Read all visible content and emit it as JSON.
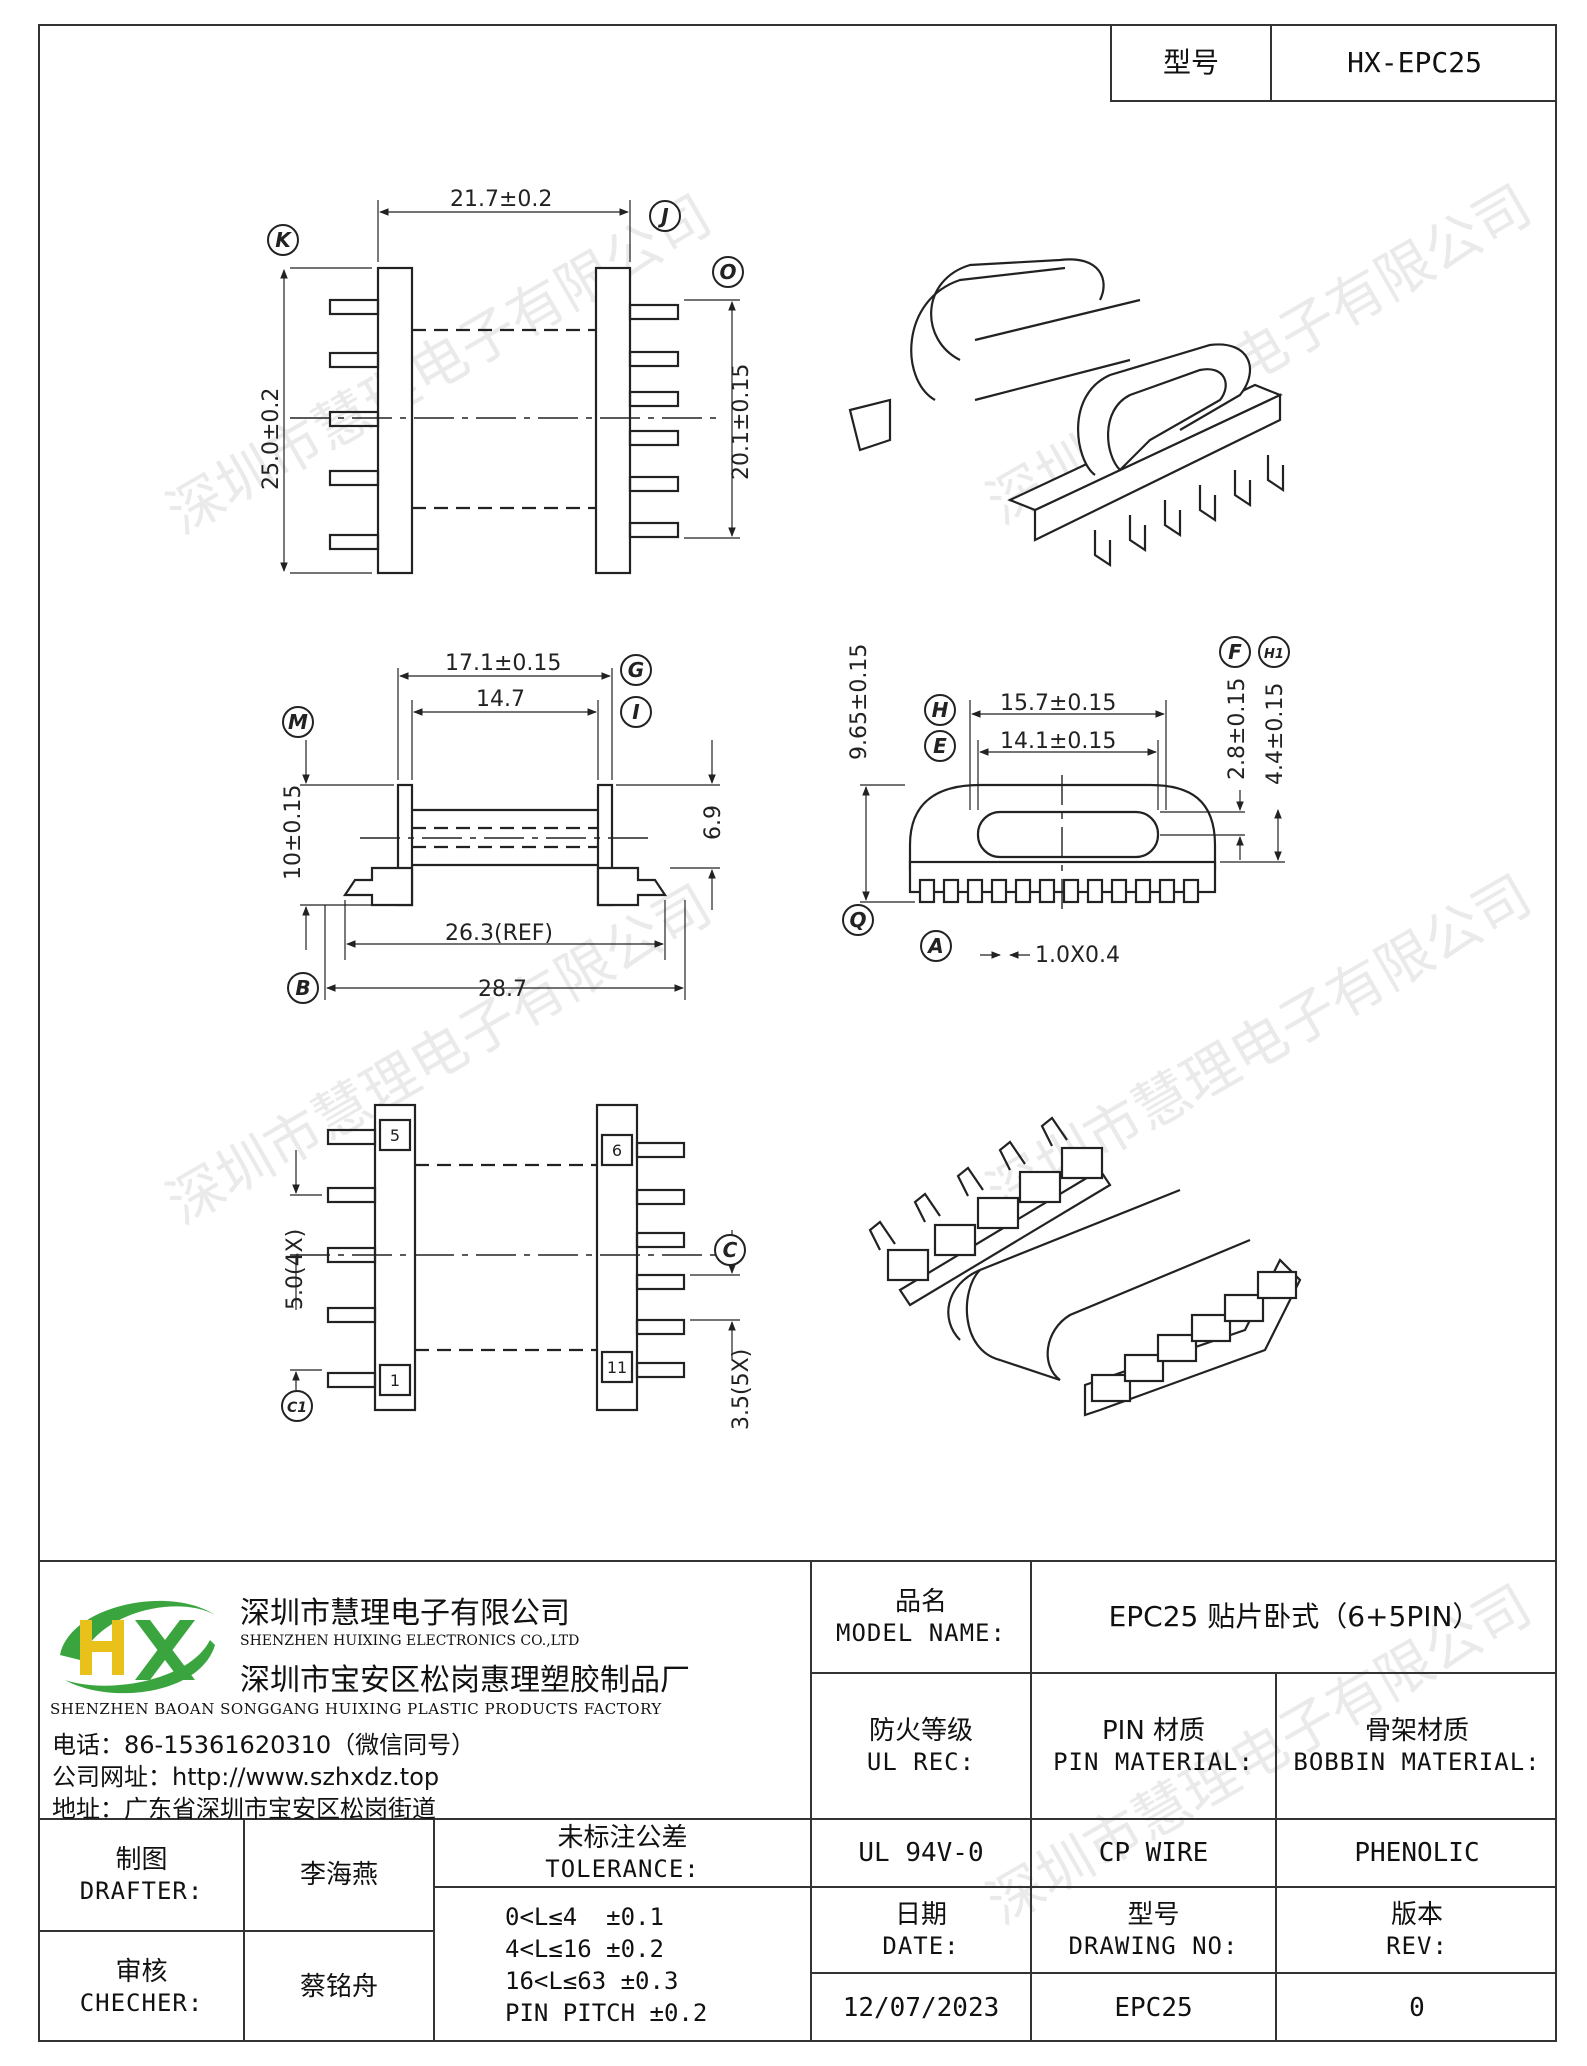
{
  "header": {
    "model_label": "型号",
    "model_value": "HX-EPC25"
  },
  "watermark": "深圳市慧理电子有限公司",
  "drawing": {
    "dims": {
      "d1": "21.7±0.2",
      "d2": "25.0±0.2",
      "d3": "20.1±0.15",
      "d4": "17.1±0.15",
      "d5": "14.7",
      "d6": "10±0.15",
      "d7": "6.9",
      "d8": "26.3(REF)",
      "d9": "28.7",
      "d10": "9.65±0.15",
      "d11": "15.7±0.15",
      "d12": "14.1±0.15",
      "d13": "2.8±0.15",
      "d14": "4.4±0.15",
      "d15": "1.0X0.4",
      "d16": "5.0(4X)",
      "d17": "3.5(5X)"
    },
    "markers": [
      "K",
      "J",
      "O",
      "M",
      "G",
      "I",
      "B",
      "H",
      "E",
      "F",
      "H1",
      "Q",
      "A",
      "C",
      "C1"
    ],
    "pins": [
      "5",
      "6",
      "1",
      "11"
    ]
  },
  "company": {
    "name_cn": "深圳市慧理电子有限公司",
    "name_en": "SHENZHEN HUIXING ELECTRONICS CO.,LTD",
    "factory_cn": "深圳市宝安区松岗惠理塑胶制品厂",
    "factory_en": "SHENZHEN BAOAN SONGGANG HUIXING PLASTIC PRODUCTS FACTORY",
    "phone": "电话：86-15361620310（微信同号）",
    "website": "公司网址：http://www.szhxdz.top",
    "address": "地址：广东省深圳市宝安区松岗街道",
    "logo_text": "HX"
  },
  "title_block": {
    "model_name_cn": "品名",
    "model_name_en": "MODEL NAME:",
    "model_name_value": "EPC25 贴片卧式（6+5PIN）",
    "ul_cn": "防火等级",
    "ul_en": "UL REC:",
    "pin_cn": "PIN 材质",
    "pin_en": "PIN MATERIAL:",
    "bobbin_cn": "骨架材质",
    "bobbin_en": "BOBBIN MATERIAL:",
    "ul_value": "UL 94V-0",
    "pin_value": "CP WIRE",
    "bobbin_value": "PHENOLIC",
    "drafter_cn": "制图",
    "drafter_en": "DRAFTER:",
    "drafter_value": "李海燕",
    "checker_cn": "审核",
    "checker_en": "CHECHER:",
    "checker_value": "蔡铭舟",
    "tolerance_cn": "未标注公差",
    "tolerance_en": "TOLERANCE:",
    "tolerance_lines": [
      "0<L≤4  ±0.1",
      "4<L≤16 ±0.2",
      "16<L≤63 ±0.3",
      "PIN PITCH ±0.2"
    ],
    "date_cn": "日期",
    "date_en": "DATE:",
    "drawing_no_cn": "型号",
    "drawing_no_en": "DRAWING NO:",
    "rev_cn": "版本",
    "rev_en": "REV:",
    "date_value": "12/07/2023",
    "drawing_no_value": "EPC25",
    "rev_value": "0"
  }
}
